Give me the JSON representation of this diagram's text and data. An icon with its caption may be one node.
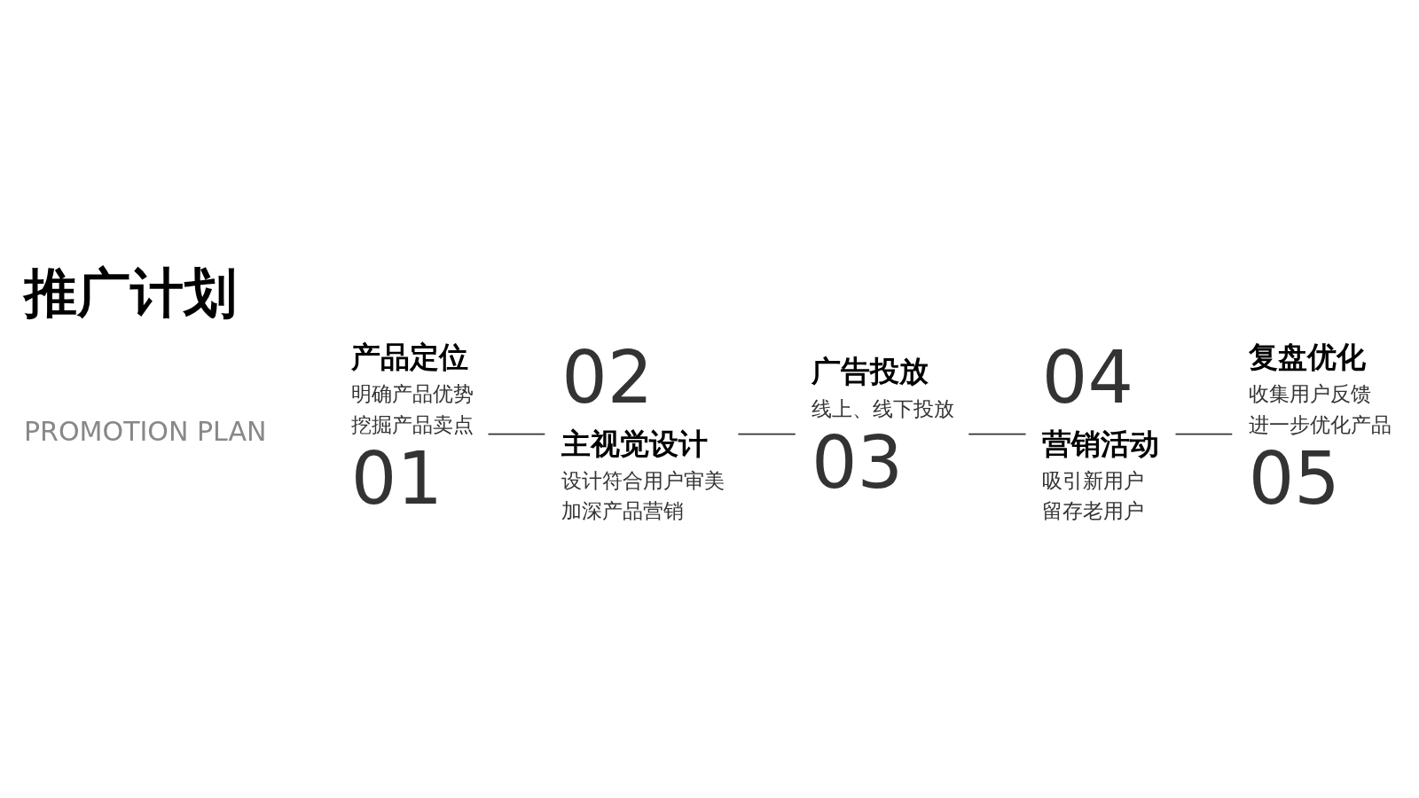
{
  "diagram": {
    "title": "推广计划",
    "nodes": [
      {
        "text": [
          "01"
        ],
        "beside": [
          "产品定位",
          "明确产品优势",
          "挖掘产品卖点"
        ]
      },
      {
        "text": [
          "02"
        ],
        "beside": [
          "主视觉设计",
          "设计符合用户审美",
          "加深产品营销"
        ]
      },
      {
        "text": [
          "03"
        ],
        "beside": [
          "广告投放",
          "线上、线下投放"
        ]
      },
      {
        "text": [
          "04"
        ],
        "beside": [
          "营销活动",
          "吸引新用户",
          "留存老用户"
        ]
      },
      {
        "text": [
          "05"
        ],
        "beside": [
          "复盘优化",
          "收集用户反馈",
          "进一步优化产品"
        ]
      }
    ],
    "edges": [
      {
        "from": 0,
        "to": 1,
        "arrow": "none"
      },
      {
        "from": 1,
        "to": 2,
        "arrow": "none"
      },
      {
        "from": 2,
        "to": 3,
        "arrow": "none"
      },
      {
        "from": 3,
        "to": 4,
        "arrow": "none"
      }
    ],
    "labels": [
      "PROMOTION PLAN"
    ]
  }
}
